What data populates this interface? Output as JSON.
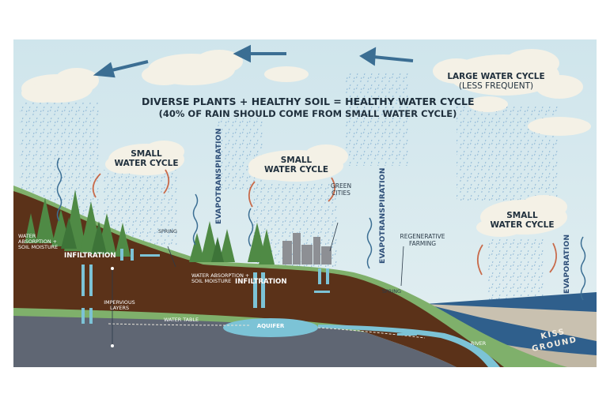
{
  "title": {
    "line1": "DIVERSE PLANTS + HEALTHY SOIL = HEALTHY WATER CYCLE",
    "line2": "(40% OF RAIN SHOULD COME FROM SMALL WATER CYCLE)"
  },
  "large_cycle": {
    "line1": "LARGE WATER CYCLE",
    "line2": "(LESS FREQUENT)"
  },
  "small_cycle": {
    "line1": "SMALL",
    "line2": "WATER CYCLE"
  },
  "labels": {
    "evapotranspiration": "EVAPOTRANSPIRATION",
    "evaporation": "EVAPORATION",
    "green_cities": [
      "GREEN",
      "CITIES"
    ],
    "regenerative_farming": [
      "REGENERATIVE",
      "FARMING"
    ],
    "spring": "SPRING",
    "water_absorption": [
      "WATER",
      "ABSORPTION +",
      "SOIL MOISTURE"
    ],
    "water_absorption_mid": [
      "WATER ABSORPTION +",
      "SOIL MOISTURE"
    ],
    "infiltration": "INFILTRATION",
    "impervious": [
      "IMPERVIOUS",
      "LAYERS"
    ],
    "water_table": "WATER TABLE",
    "aquifer": "AQUIFER",
    "river": "RIVER"
  },
  "logo": {
    "line1": "KISS",
    "line2": "GROUND"
  },
  "colors": {
    "sky": "#d4e8ee",
    "soil": "#5b3219",
    "bedrock": "#5f6673",
    "sea": "#2f5f8c",
    "grass": "#7fb06b",
    "arrow": "#3b6e93",
    "cycle_arrow": "#c86a4a"
  }
}
